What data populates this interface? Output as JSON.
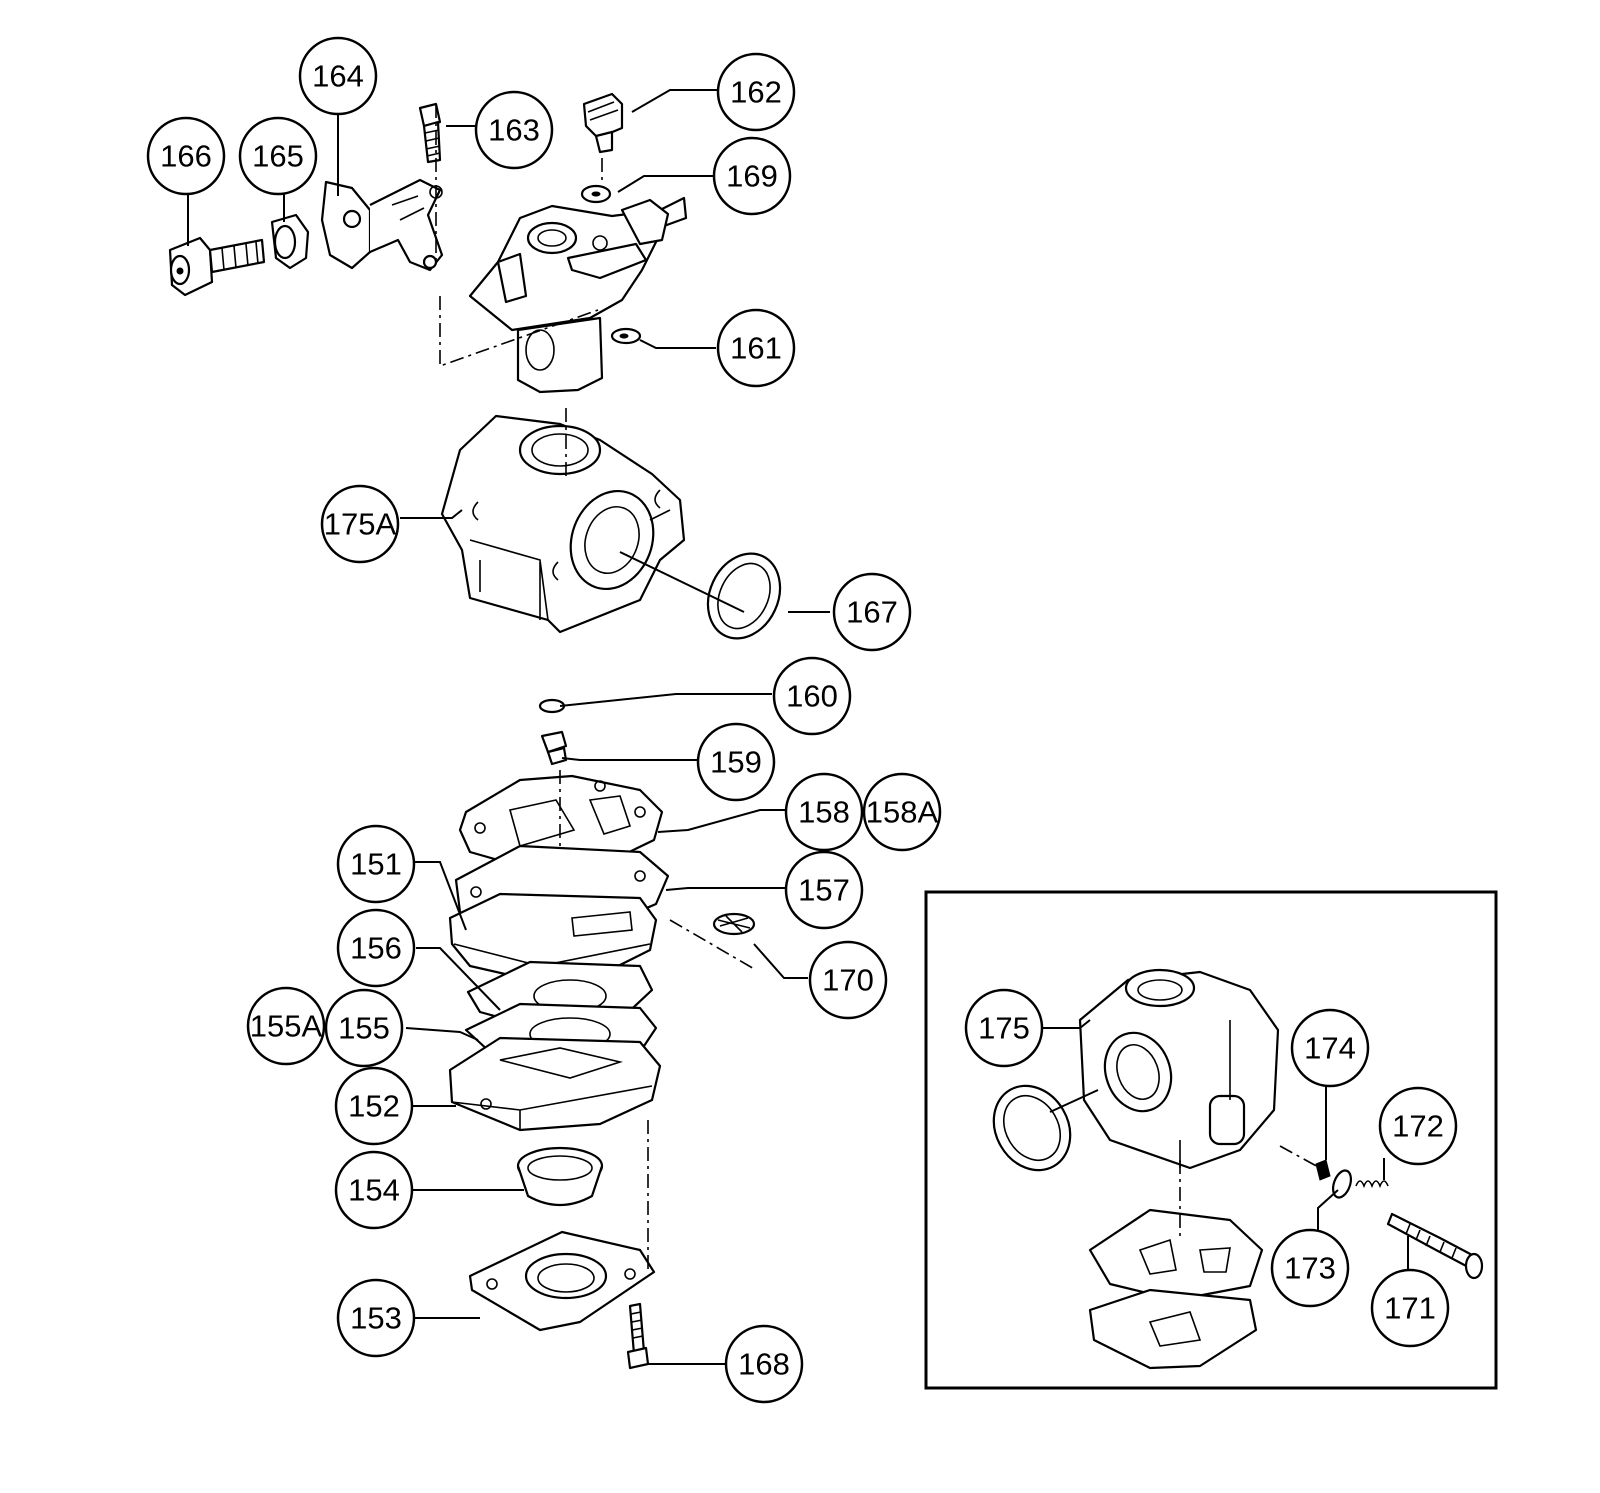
{
  "callouts": [
    {
      "id": "c164",
      "label": "164"
    },
    {
      "id": "c162",
      "label": "162"
    },
    {
      "id": "c163",
      "label": "163"
    },
    {
      "id": "c166",
      "label": "166"
    },
    {
      "id": "c165",
      "label": "165"
    },
    {
      "id": "c169",
      "label": "169"
    },
    {
      "id": "c161",
      "label": "161"
    },
    {
      "id": "c175A",
      "label": "175A"
    },
    {
      "id": "c167",
      "label": "167"
    },
    {
      "id": "c160",
      "label": "160"
    },
    {
      "id": "c159",
      "label": "159"
    },
    {
      "id": "c158",
      "label": "158"
    },
    {
      "id": "c158A",
      "label": "158A"
    },
    {
      "id": "c151",
      "label": "151"
    },
    {
      "id": "c157",
      "label": "157"
    },
    {
      "id": "c156",
      "label": "156"
    },
    {
      "id": "c170",
      "label": "170"
    },
    {
      "id": "c155A",
      "label": "155A"
    },
    {
      "id": "c155",
      "label": "155"
    },
    {
      "id": "c152",
      "label": "152"
    },
    {
      "id": "c154",
      "label": "154"
    },
    {
      "id": "c153",
      "label": "153"
    },
    {
      "id": "c168",
      "label": "168"
    },
    {
      "id": "c175",
      "label": "175"
    },
    {
      "id": "c174",
      "label": "174"
    },
    {
      "id": "c172",
      "label": "172"
    },
    {
      "id": "c173",
      "label": "173"
    },
    {
      "id": "c171",
      "label": "171"
    }
  ]
}
